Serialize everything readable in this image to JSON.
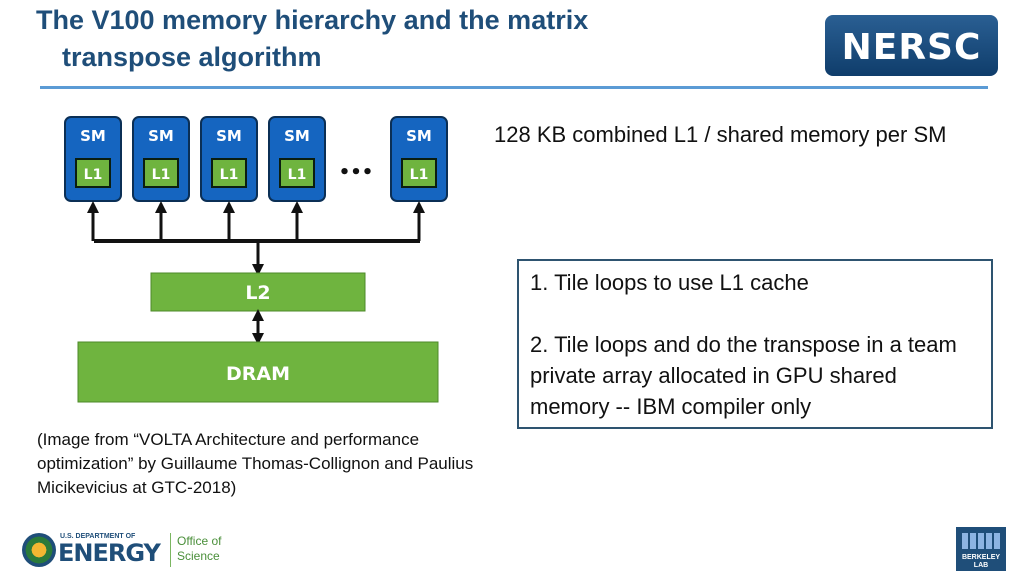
{
  "slide": {
    "title_line1": "The V100 memory hierarchy and the matrix",
    "title_line2": "transpose algorithm",
    "note": "128 KB combined L1 / shared memory per SM",
    "box_item1": "1. Tile loops to use L1 cache",
    "box_item2": "2. Tile loops and do the transpose in a team private array allocated in GPU shared memory -- IBM compiler only",
    "caption": "(Image from “VOLTA Architecture and performance optimization” by Guillaume Thomas-Collignon and Paulius Micikevicius at GTC-2018)"
  },
  "diagram": {
    "sm_units": [
      {
        "label": "SM",
        "cache": "L1"
      },
      {
        "label": "SM",
        "cache": "L1"
      },
      {
        "label": "SM",
        "cache": "L1"
      },
      {
        "label": "SM",
        "cache": "L1"
      },
      {
        "label": "SM",
        "cache": "L1"
      }
    ],
    "ellipsis": "•••",
    "l2_label": "L2",
    "dram_label": "DRAM",
    "colors": {
      "sm_fill": "#1565c0",
      "cache_green": "#6fb43f",
      "arrow": "#111111"
    }
  },
  "logos": {
    "nersc": "NERSC",
    "doe_small": "U.S. DEPARTMENT OF",
    "doe_big": "ENERGY",
    "doe_office": "Office of Science",
    "berkeley": "BERKELEY LAB"
  }
}
